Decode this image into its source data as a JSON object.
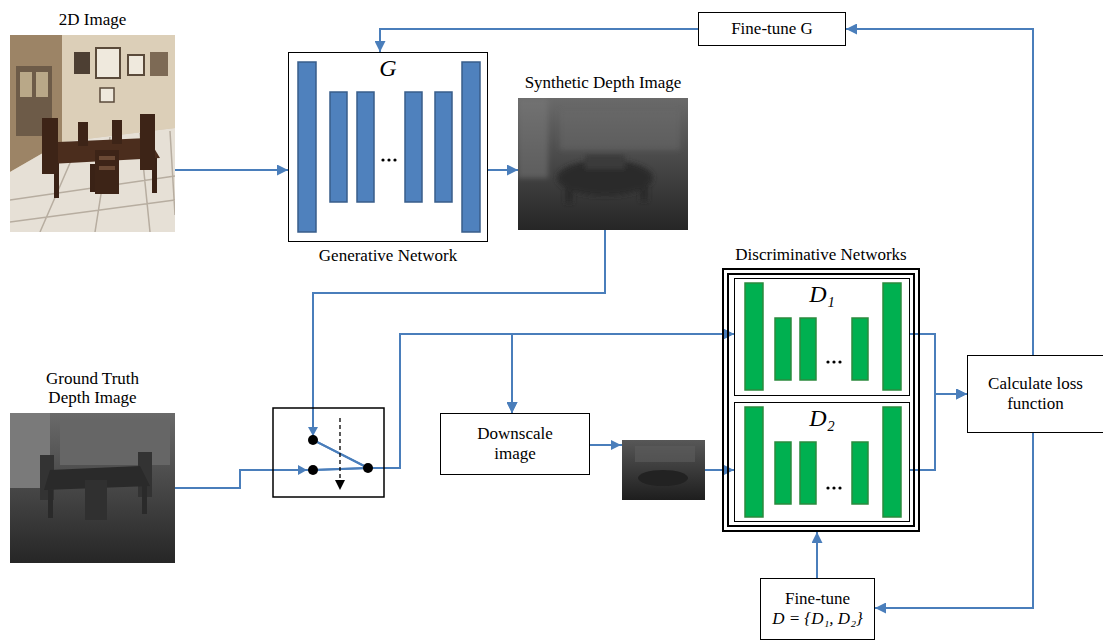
{
  "diagram": {
    "nodes": [
      {
        "text": [
          "Fine-tune G"
        ]
      },
      {
        "text": [
          "2D Image"
        ]
      },
      {
        "text": [
          "G",
          "Generative Network"
        ]
      },
      {
        "text": [
          "Synthetic Depth Image"
        ]
      },
      {
        "text": [
          "Discriminative Networks"
        ]
      },
      {
        "text": [
          "D₁"
        ],
        "in": 4
      },
      {
        "text": [
          "D₂"
        ],
        "in": 4
      },
      {
        "text": [
          "Ground Truth Depth Image"
        ]
      },
      {
        "text": [
          "Downscale image"
        ]
      },
      {
        "text": [
          "Calculate loss function"
        ]
      },
      {
        "text": [
          "Fine-tune",
          "D = {D₁, D₂}"
        ]
      }
    ],
    "edges": [
      {
        "from": 1,
        "to": 2,
        "arrow": "to"
      },
      {
        "from": 2,
        "to": 3,
        "arrow": "to"
      },
      {
        "from": 3,
        "to": 5,
        "arrow": "to"
      },
      {
        "from": 7,
        "to": 5,
        "arrow": "to"
      },
      {
        "from": 3,
        "to": 8,
        "arrow": "to"
      },
      {
        "from": 7,
        "to": 8,
        "arrow": "to"
      },
      {
        "from": 8,
        "to": 6,
        "arrow": "to"
      },
      {
        "from": 5,
        "to": 9,
        "arrow": "to"
      },
      {
        "from": 6,
        "to": 9,
        "arrow": "to"
      },
      {
        "from": 9,
        "to": 0,
        "arrow": "to"
      },
      {
        "from": 0,
        "to": 2,
        "arrow": "to"
      },
      {
        "from": 9,
        "to": 10,
        "arrow": "to"
      },
      {
        "from": 10,
        "to": 4,
        "arrow": "to"
      }
    ]
  }
}
